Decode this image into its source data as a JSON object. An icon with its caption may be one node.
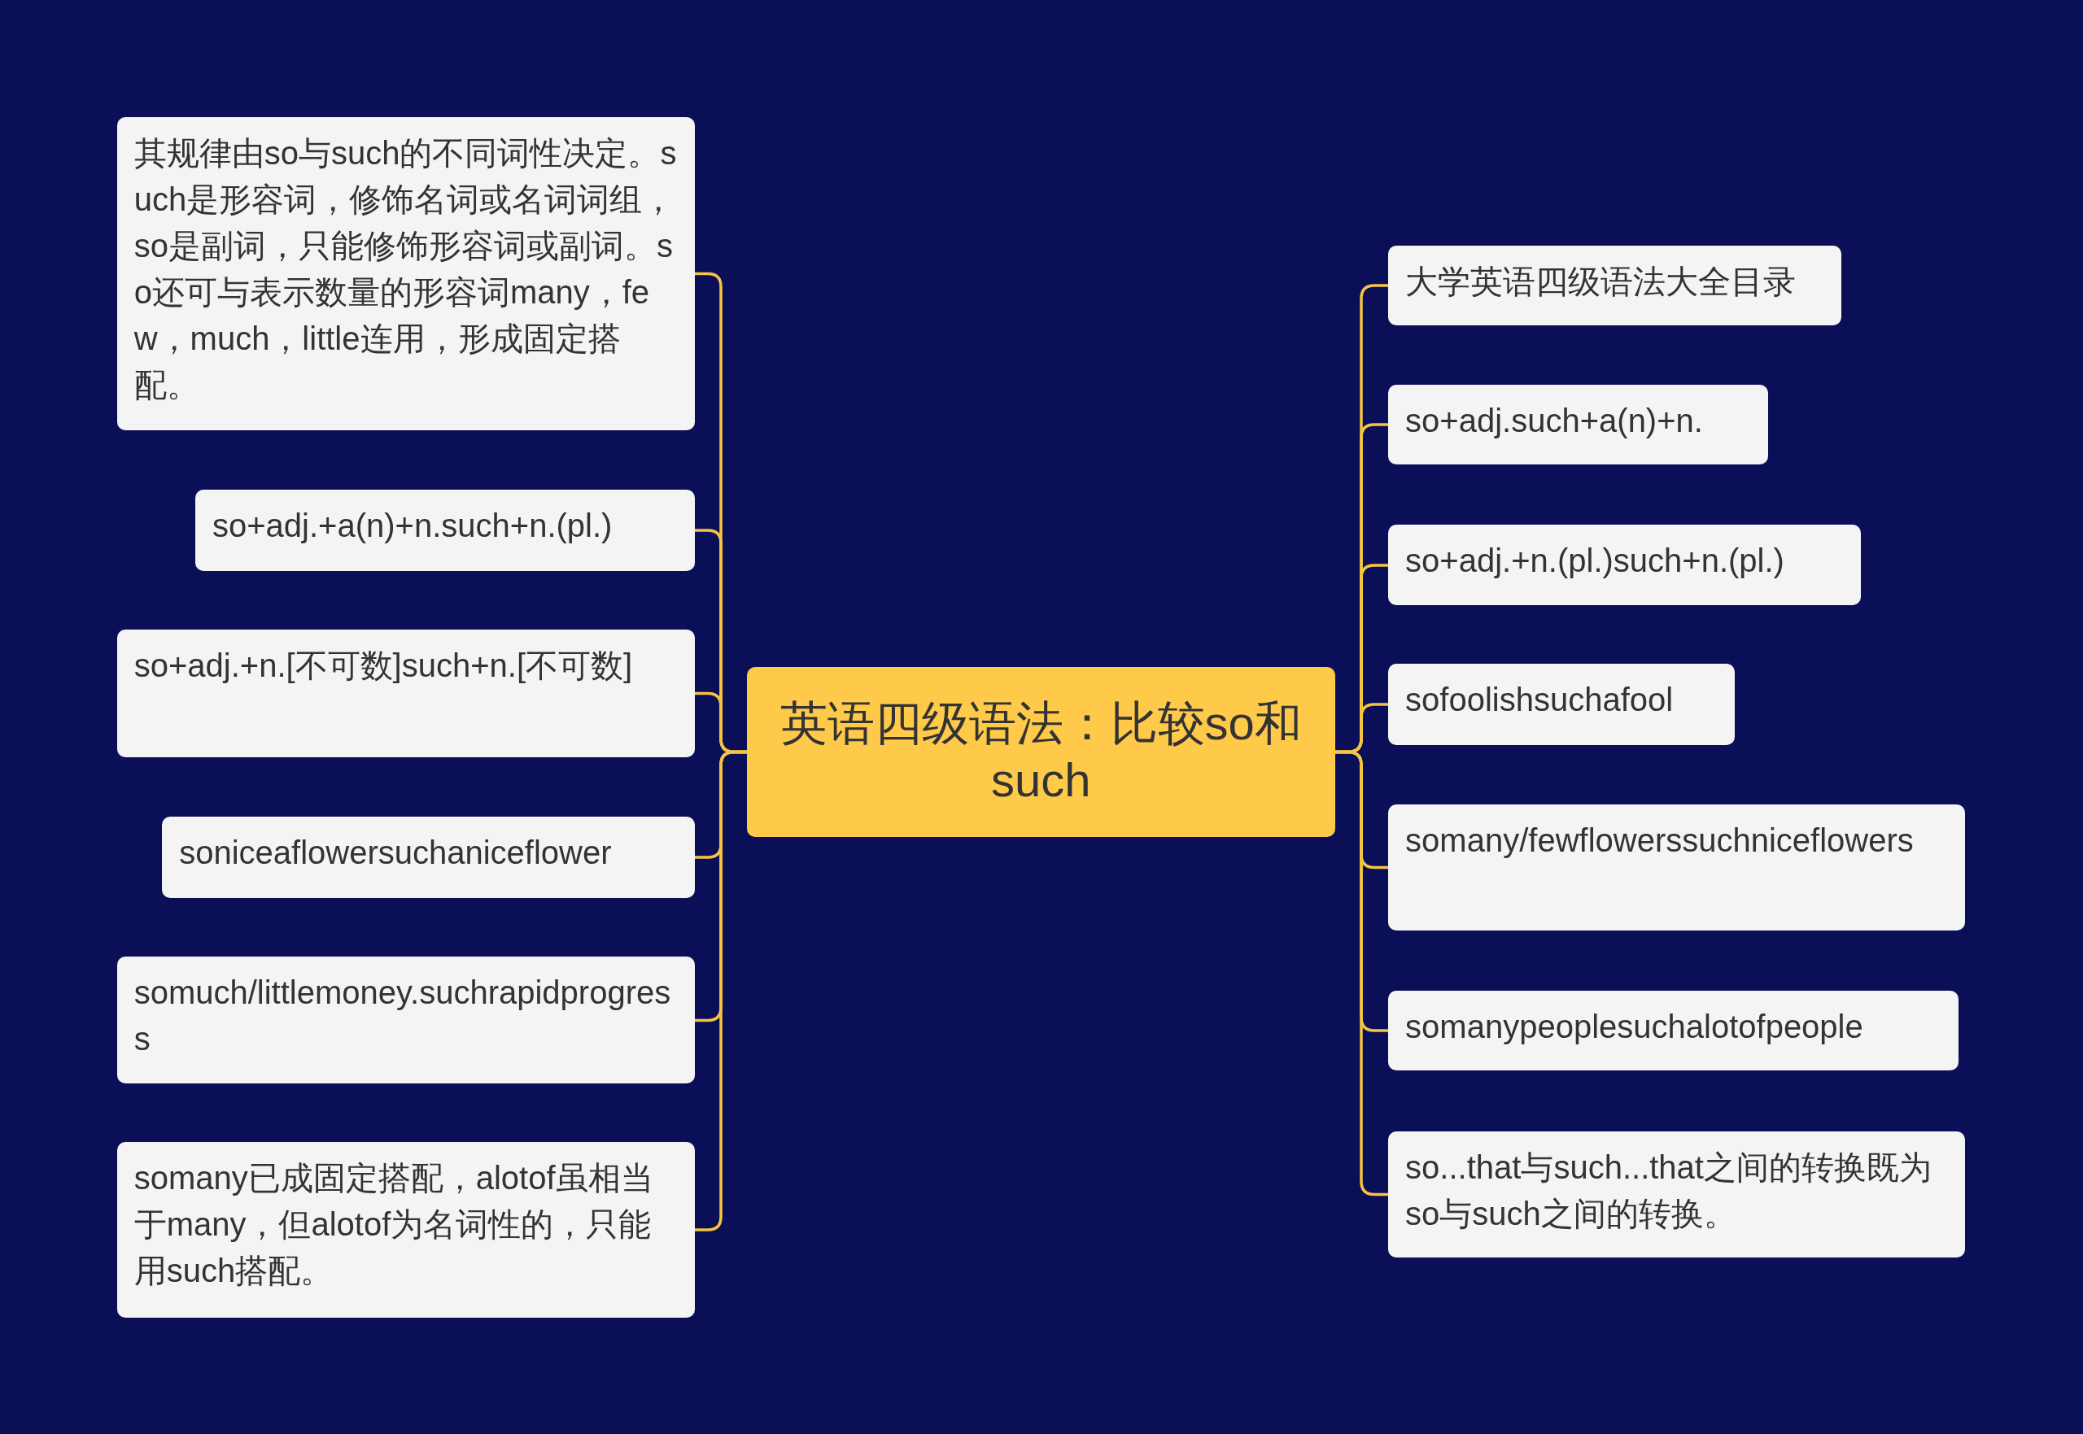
{
  "diagram": {
    "nodes": [
      {
        "text": [
          "英语四级语法：比较so和such"
        ]
      },
      {
        "text": [
          "其规律由so与such的不同词性决定。such是形容词，修饰名词或名词词组，so是副词，只能修饰形容词或副词。so还可与表示数量的形容词many，few，much，little连用，形成固定搭配。"
        ]
      },
      {
        "text": [
          "so+adj.+a(n)+n.such+n.(pl.)"
        ]
      },
      {
        "text": [
          "so+adj.+n.[不可数]such+n.[不可数]"
        ]
      },
      {
        "text": [
          "soniceaflowersuchaniceflower"
        ]
      },
      {
        "text": [
          "somuch/littlemoney.suchrapidprogress"
        ]
      },
      {
        "text": [
          "somany已成固定搭配，alotof虽相当于many，但alotof为名词性的，只能用such搭配。"
        ]
      },
      {
        "text": [
          "大学英语四级语法大全目录"
        ]
      },
      {
        "text": [
          "so+adj.such+a(n)+n."
        ]
      },
      {
        "text": [
          "so+adj.+n.(pl.)such+n.(pl.)"
        ]
      },
      {
        "text": [
          "sofoolishsuchafool"
        ]
      },
      {
        "text": [
          "somany/fewflowerssuchniceflowers"
        ]
      },
      {
        "text": [
          "somanypeoplesuchalotofpeople"
        ]
      },
      {
        "text": [
          "so...that与such...that之间的转换既为so与such之间的转换。"
        ]
      }
    ],
    "edges": [
      {
        "from": 0,
        "to": 1,
        "arrow": "none"
      },
      {
        "from": 0,
        "to": 2,
        "arrow": "none"
      },
      {
        "from": 0,
        "to": 3,
        "arrow": "none"
      },
      {
        "from": 0,
        "to": 4,
        "arrow": "none"
      },
      {
        "from": 0,
        "to": 5,
        "arrow": "none"
      },
      {
        "from": 0,
        "to": 6,
        "arrow": "none"
      },
      {
        "from": 0,
        "to": 7,
        "arrow": "none"
      },
      {
        "from": 0,
        "to": 8,
        "arrow": "none"
      },
      {
        "from": 0,
        "to": 9,
        "arrow": "none"
      },
      {
        "from": 0,
        "to": 10,
        "arrow": "none"
      },
      {
        "from": 0,
        "to": 11,
        "arrow": "none"
      },
      {
        "from": 0,
        "to": 12,
        "arrow": "none"
      },
      {
        "from": 0,
        "to": 13,
        "arrow": "none"
      }
    ]
  }
}
